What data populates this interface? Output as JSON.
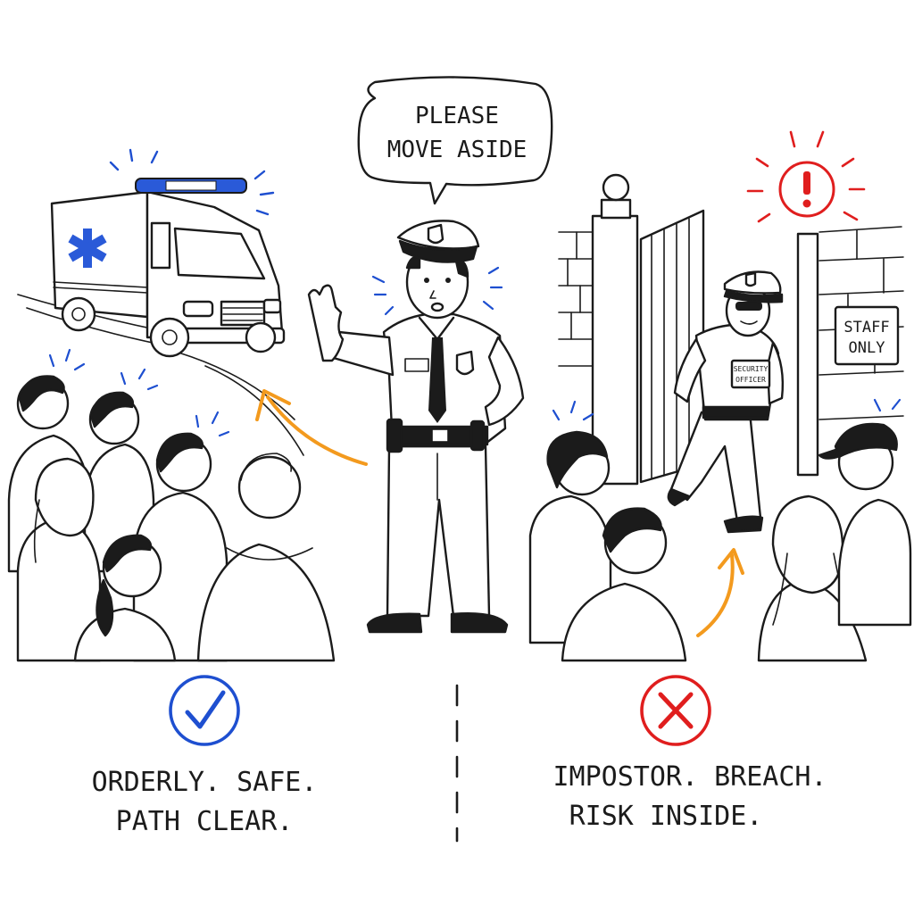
{
  "speech_bubble": {
    "line1": "PLEASE",
    "line2": "MOVE ASIDE"
  },
  "left_panel": {
    "caption_line1": "ORDERLY. SAFE.",
    "caption_line2": "PATH CLEAR."
  },
  "right_panel": {
    "caption_line1": "IMPOSTOR. BREACH.",
    "caption_line2": "RISK INSIDE.",
    "sign_line1": "STAFF",
    "sign_line2": "ONLY",
    "badge_line1": "SECURITY",
    "badge_line2": "OFFICER"
  },
  "colors": {
    "ink": "#1b1b1b",
    "check_blue": "#1e4fd0",
    "cross_red": "#e01e1e",
    "arrow_orange": "#f39a1e"
  },
  "icons": {
    "left_result": "checkmark-circle-icon",
    "right_result": "cross-circle-icon",
    "alert": "exclamation-icon",
    "ambulance_emblem": "star-of-life-icon"
  }
}
